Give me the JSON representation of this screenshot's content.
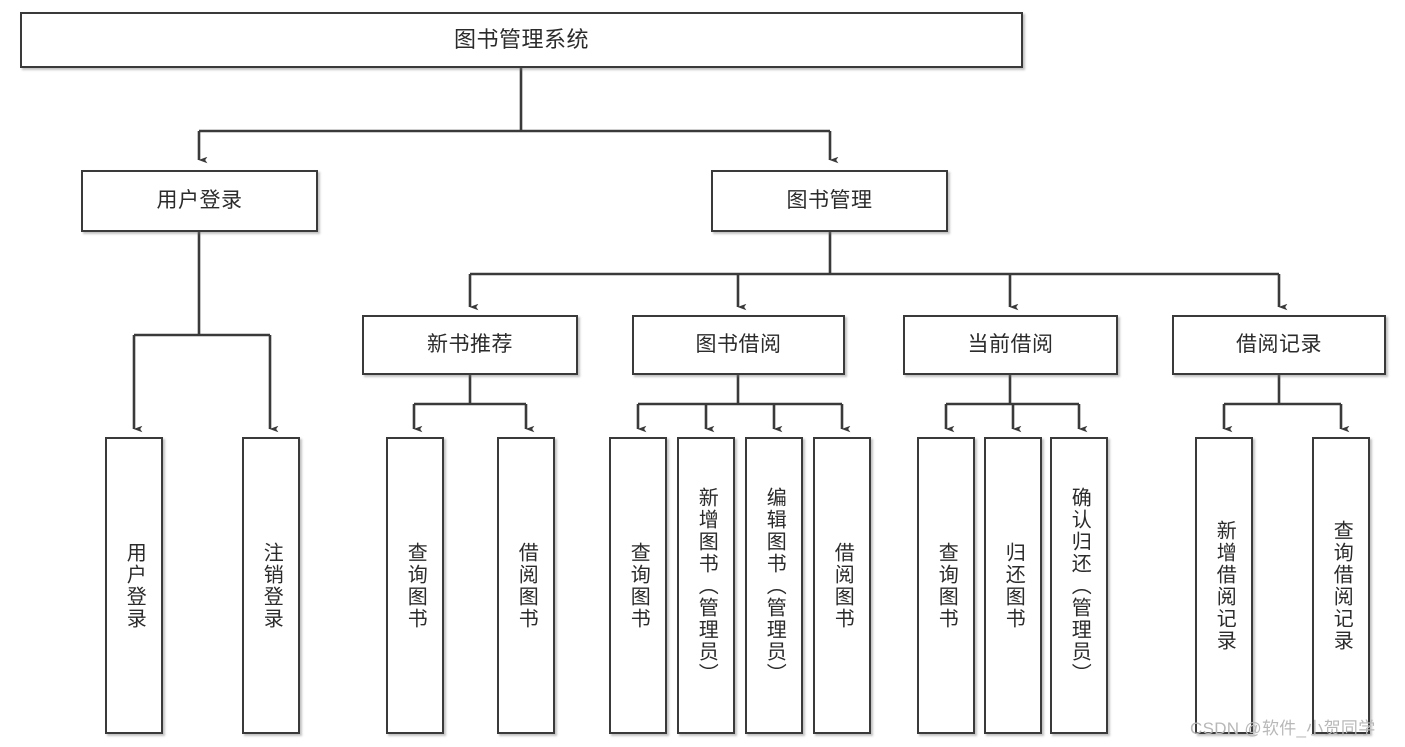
{
  "diagram": {
    "type": "hierarchy-tree",
    "title": "图书管理系统",
    "watermark": "CSDN @软件_小贺同学",
    "colors": {
      "box_border": "#3a3a3a",
      "box_fill": "#ffffff",
      "connector": "#3a3a3a",
      "text": "#2b2b2b",
      "watermark": "#b8b8b8"
    },
    "nodes": {
      "root": {
        "label": "图书管理系统"
      },
      "level2": [
        {
          "label": "用户登录"
        },
        {
          "label": "图书管理"
        }
      ],
      "level3": [
        {
          "label": "新书推荐"
        },
        {
          "label": "图书借阅"
        },
        {
          "label": "当前借阅"
        },
        {
          "label": "借阅记录"
        }
      ],
      "leaves": {
        "user_login": [
          {
            "label": "用户登录"
          },
          {
            "label": "注销登录"
          }
        ],
        "new_book": [
          {
            "label": "查询图书"
          },
          {
            "label": "借阅图书"
          }
        ],
        "book_borrow": [
          {
            "label": "查询图书"
          },
          {
            "label": "新增图书（管理员）"
          },
          {
            "label": "编辑图书（管理员）"
          },
          {
            "label": "借阅图书"
          }
        ],
        "current_borrow": [
          {
            "label": "查询图书"
          },
          {
            "label": "归还图书"
          },
          {
            "label": "确认归还（管理员）"
          }
        ],
        "borrow_record": [
          {
            "label": "新增借阅记录"
          },
          {
            "label": "查询借阅记录"
          }
        ]
      }
    }
  }
}
